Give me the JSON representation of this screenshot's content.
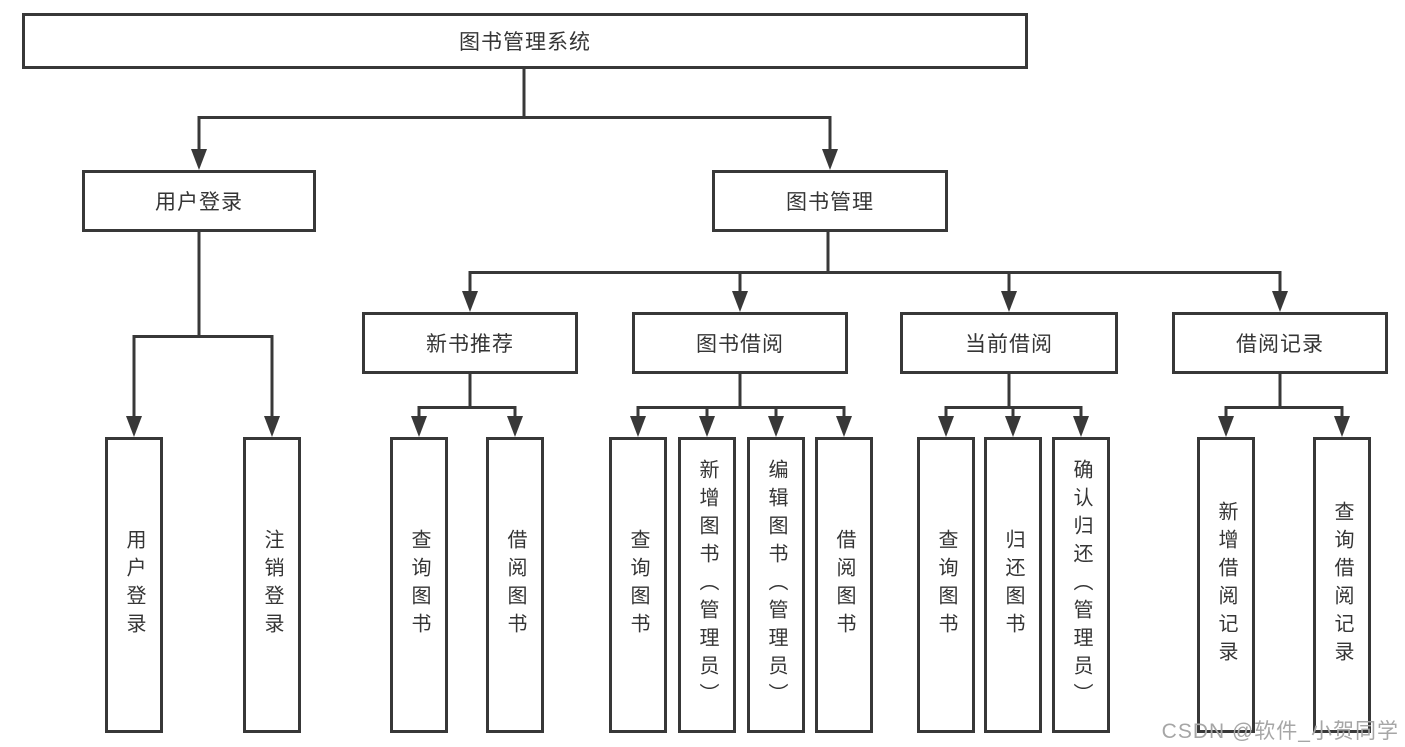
{
  "diagram": {
    "type": "hierarchy-tree",
    "title": "图书管理系统",
    "colors": {
      "background": "#ffffff",
      "line": "#383838",
      "box_border": "#383838",
      "text": "#353535",
      "watermark": "#a6a6a6"
    },
    "root": {
      "label": "图书管理系统"
    },
    "level2": [
      {
        "label": "用户登录"
      },
      {
        "label": "图书管理"
      }
    ],
    "level3": [
      {
        "label": "新书推荐"
      },
      {
        "label": "图书借阅"
      },
      {
        "label": "当前借阅"
      },
      {
        "label": "借阅记录"
      }
    ],
    "groups": {
      "user_login": {
        "parent": "用户登录",
        "children": [
          {
            "label": "用户登录"
          },
          {
            "label": "注销登录"
          }
        ]
      },
      "new_books": {
        "parent": "新书推荐",
        "children": [
          {
            "label": "查询图书"
          },
          {
            "label": "借阅图书"
          }
        ]
      },
      "book_borrow": {
        "parent": "图书借阅",
        "children": [
          {
            "label": "查询图书"
          },
          {
            "label": "新增图书（管理员）"
          },
          {
            "label": "编辑图书（管理员）"
          },
          {
            "label": "借阅图书"
          }
        ]
      },
      "current_borrow": {
        "parent": "当前借阅",
        "children": [
          {
            "label": "查询图书"
          },
          {
            "label": "归还图书"
          },
          {
            "label": "确认归还（管理员）"
          }
        ]
      },
      "borrow_records": {
        "parent": "借阅记录",
        "children": [
          {
            "label": "新增借阅记录"
          },
          {
            "label": "查询借阅记录"
          }
        ]
      }
    },
    "watermark": "CSDN @软件_小贺同学"
  }
}
